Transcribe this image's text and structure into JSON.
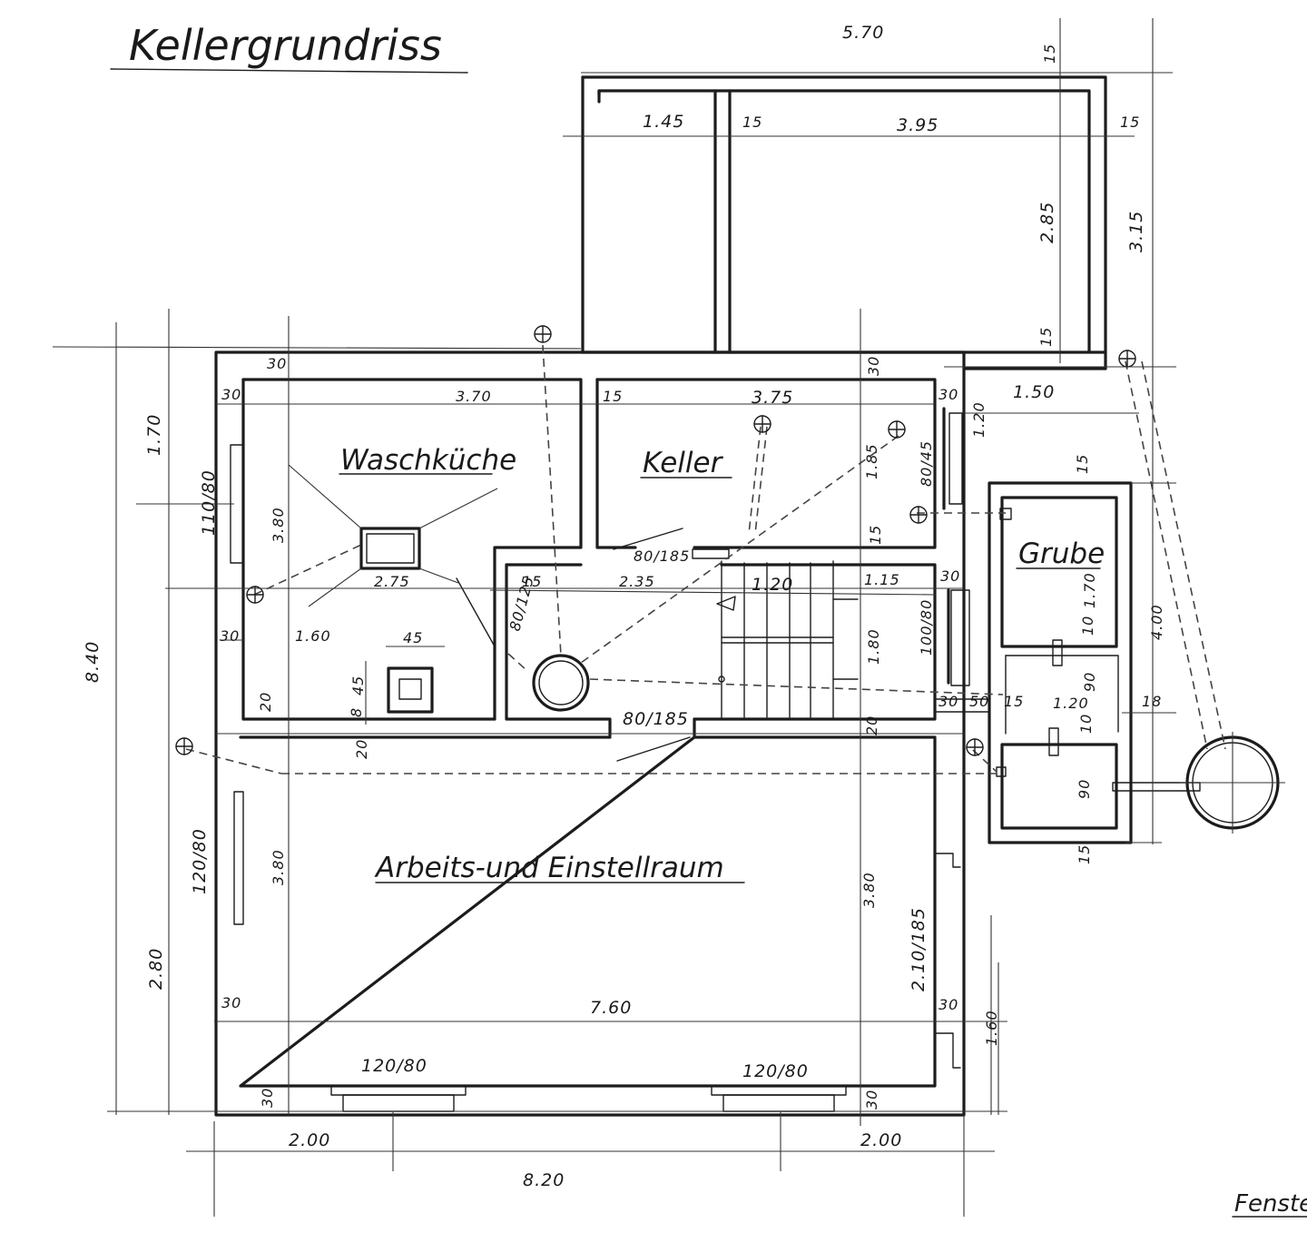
{
  "title": "Kellergrundriss",
  "rooms": {
    "waschkueche": "Waschküche",
    "keller": "Keller",
    "grube": "Grube",
    "arbeitsraum": "Arbeits-und Einstellraum"
  },
  "dimensions": {
    "top_total": "5.70",
    "top_left": "1.45",
    "top_gap": "15",
    "top_right": "3.95",
    "top_edge": "15",
    "right_wall": "15",
    "right_height": "3.15",
    "annex_inner_h": "2.85",
    "annex_bottom": "15",
    "overall_h": "8.40",
    "left_upper": "1.70",
    "left_lower": "2.80",
    "win_left_upper": "110/80",
    "win_left_lower": "120/80",
    "wasch_w": "3.70",
    "keller_w": "3.75",
    "wasch_h": "3.80",
    "wall_30_a": "30",
    "wall_30_b": "30",
    "wall_30_c": "30",
    "wall_15_a": "15",
    "stove": "2.75",
    "chimney_w": "45",
    "chimney_h": "45",
    "d_160": "1.60",
    "d_20_a": "20",
    "d_20_b": "20",
    "d_8": "8",
    "door_80_185_a": "80/185",
    "door_80_125": "80/125",
    "door_80_185_b": "80/185",
    "hall_235": "2.35",
    "hall_15": "15",
    "stair_w": "1.20",
    "d_115": "1.15",
    "d_180": "1.80",
    "d_185": "1.85",
    "win_80_45": "80/45",
    "win_100_80": "100/80",
    "d_30_d": "30",
    "d_30_e": "30",
    "d_50": "50",
    "d_15_b": "15",
    "grube_w": "1.50",
    "grube_120_top": "1.20",
    "grube_15": "15",
    "grube_170": "1.70",
    "grube_10": "10",
    "grube_90_a": "90",
    "grube_120": "1.20",
    "grube_18": "18",
    "grube_10b": "10",
    "grube_90_b": "90",
    "grube_15b": "15",
    "grube_400": "4.00",
    "arb_h_left": "3.80",
    "arb_h_right": "3.80",
    "arb_w": "7.60",
    "win_bottom_left": "120/80",
    "win_bottom_right": "120/80",
    "door_right": "2.10/185",
    "d_30_f": "30",
    "d_30_g": "30",
    "d_30_h": "30",
    "d_30_i": "30",
    "right_160": "1.60",
    "bottom_left": "2.00",
    "bottom_right": "2.00",
    "bottom_total": "8.20"
  },
  "corner_note": "Fenste"
}
